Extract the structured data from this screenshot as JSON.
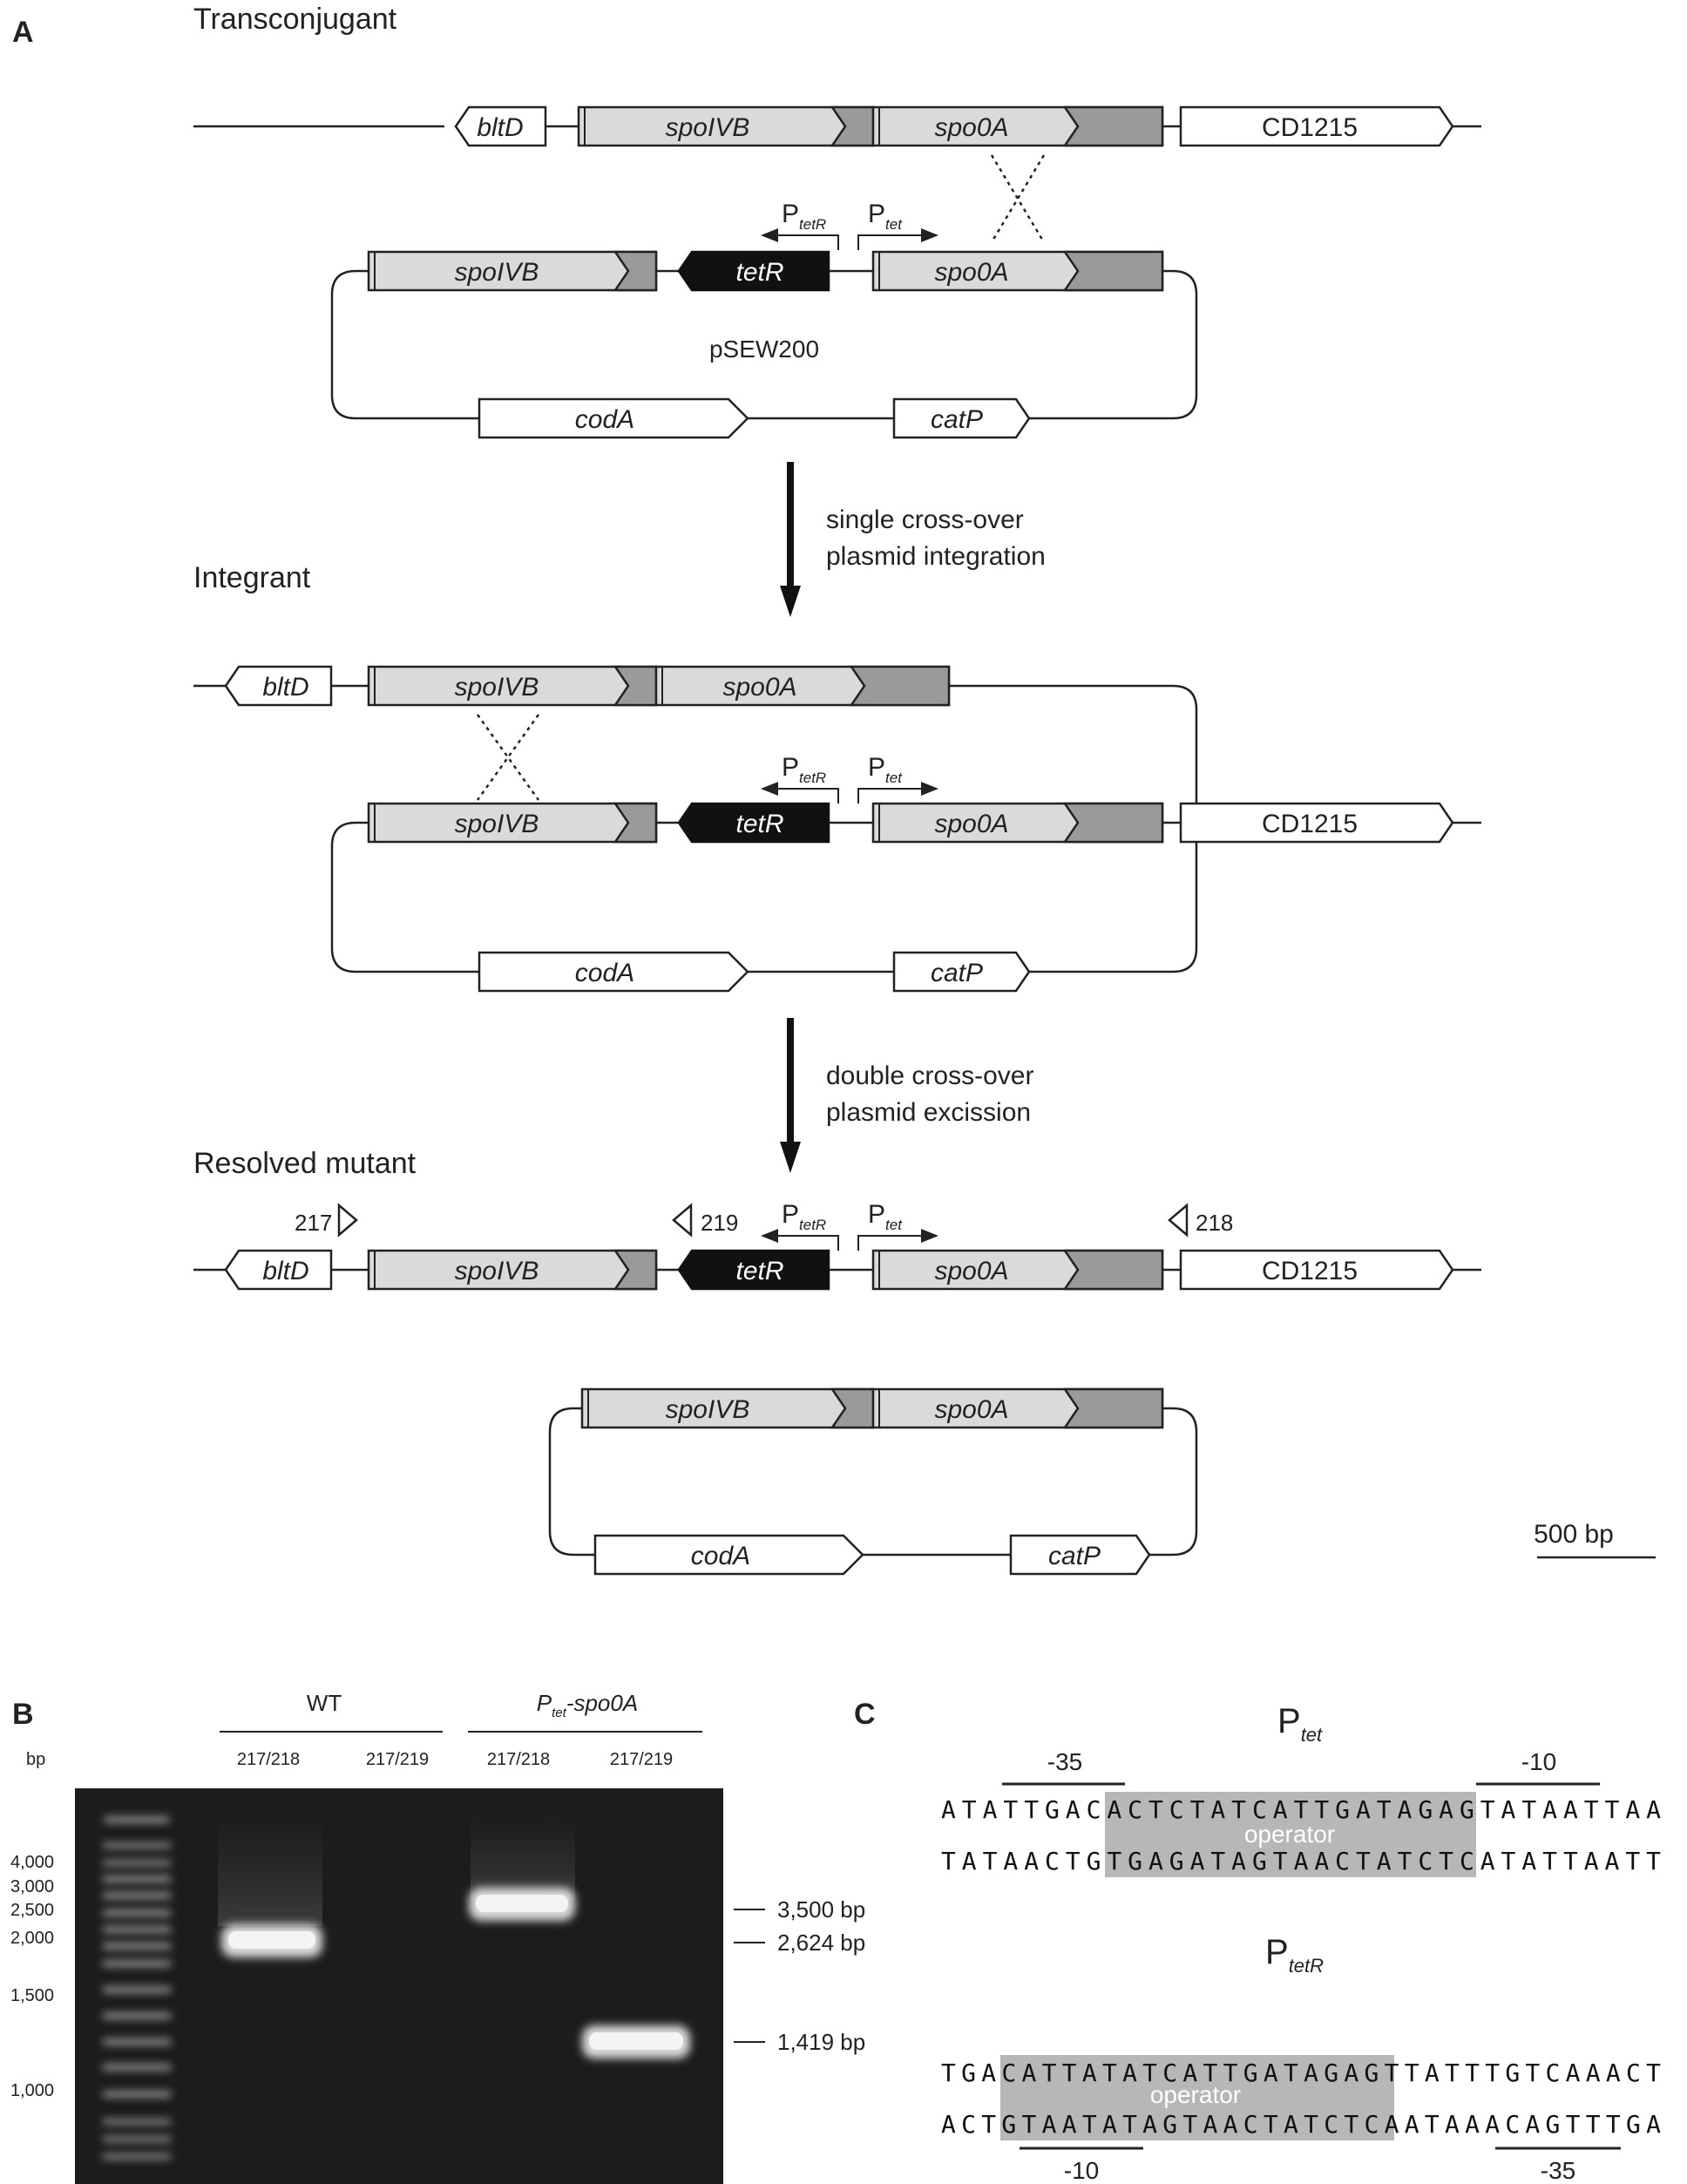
{
  "panel_a": {
    "label": "A",
    "stage_transconjugant": "Transconjugant",
    "stage_integrant": "Integrant",
    "stage_resolved": "Resolved mutant",
    "plasmid_name": "pSEW200",
    "step1": [
      "single cross-over",
      "plasmid integration"
    ],
    "step2": [
      "double cross-over",
      "plasmid excission"
    ],
    "genes": {
      "bltD": "bltD",
      "spoIVB": "spoIVB",
      "spo0A": "spo0A",
      "CD1215": "CD1215",
      "tetR": "tetR",
      "codA": "codA",
      "catP": "catP"
    },
    "promoter_tetR": {
      "main": "P",
      "sub": "tetR"
    },
    "promoter_tet": {
      "main": "P",
      "sub": "tet"
    },
    "primers": {
      "p217": "217",
      "p219": "219",
      "p218": "218"
    },
    "scale_bar": "500 bp"
  },
  "panel_b": {
    "label": "B",
    "bp_header": "bp",
    "group_wt": "WT",
    "group_mut": {
      "p_main": "P",
      "p_sub": "tet",
      "rest": "-spo0A"
    },
    "lanes": [
      "217/218",
      "217/219",
      "217/218",
      "217/219"
    ],
    "ladder_labels": [
      "4,000",
      "3,000",
      "2,500",
      "2,000",
      "1,500",
      "1,000"
    ],
    "band_labels": [
      "3,500 bp",
      "2,624 bp",
      "1,419 bp"
    ]
  },
  "panel_c": {
    "label": "C",
    "ptet_title": {
      "main": "P",
      "sub": "tet"
    },
    "ptet_box_35": "-35",
    "ptet_box_10": "-10",
    "ptet_top": "ATATTGACACTCTATCATTGATAGAGTATAATTAA",
    "ptet_bottom": "TATAACTGTGAGATAGTAACTATCTCATATTAATT",
    "ptet_operator": "operator",
    "ptetr_title": {
      "main": "P",
      "sub": "tetR"
    },
    "ptetr_top": "TGACATTATATCATTGATAGAGTTATTTGTCAAACT",
    "ptetr_bottom": "ACTGTAATATAGTAACTATCTCAATAAACAGTTTGA",
    "ptetr_operator": "operator",
    "ptetr_box_10": "-10",
    "ptetr_box_35": "-35"
  }
}
